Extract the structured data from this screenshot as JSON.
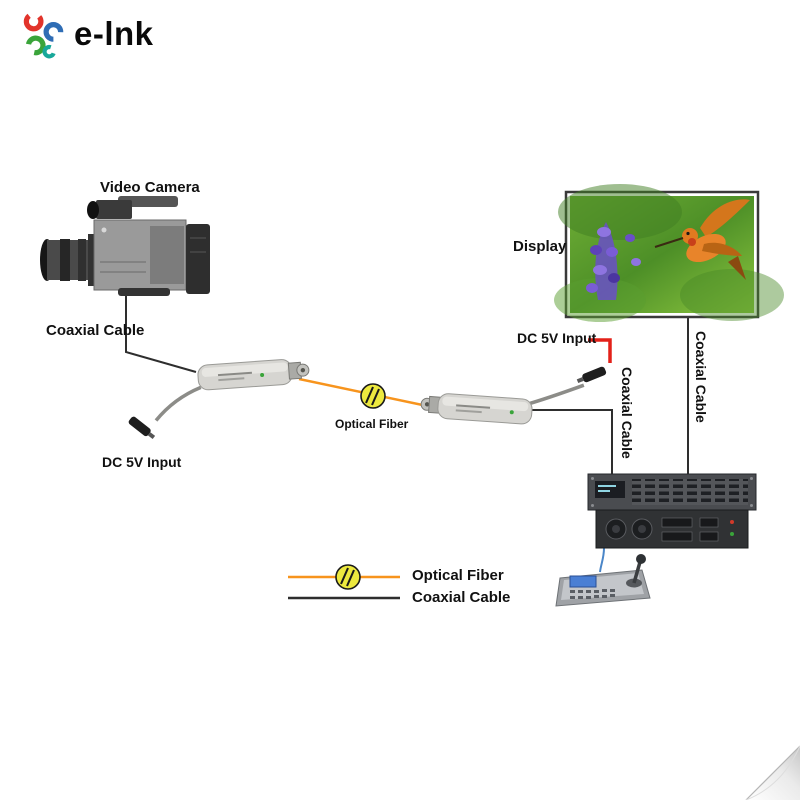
{
  "brand": {
    "name": "e-lnk"
  },
  "diagram": {
    "camera_label": "Video Camera",
    "display_label": "Display",
    "coax_left": "Coaxial Cable",
    "coax_mid_vertical": "Coaxial Cable",
    "coax_right_vertical": "Coaxial Cable",
    "dc_left": "DC 5V Input",
    "dc_right": "DC 5V Input",
    "fiber_label": "Optical Fiber"
  },
  "legend": {
    "optical_fiber": "Optical Fiber",
    "coaxial_cable": "Coaxial Cable"
  },
  "colors": {
    "fiber_orange": "#F7941D",
    "fiber_symbol_yellow": "#EDE93F",
    "dc_marker_red": "#E32119",
    "coax_black": "#2E2E2E",
    "control_cable_blue": "#4A86C8"
  }
}
